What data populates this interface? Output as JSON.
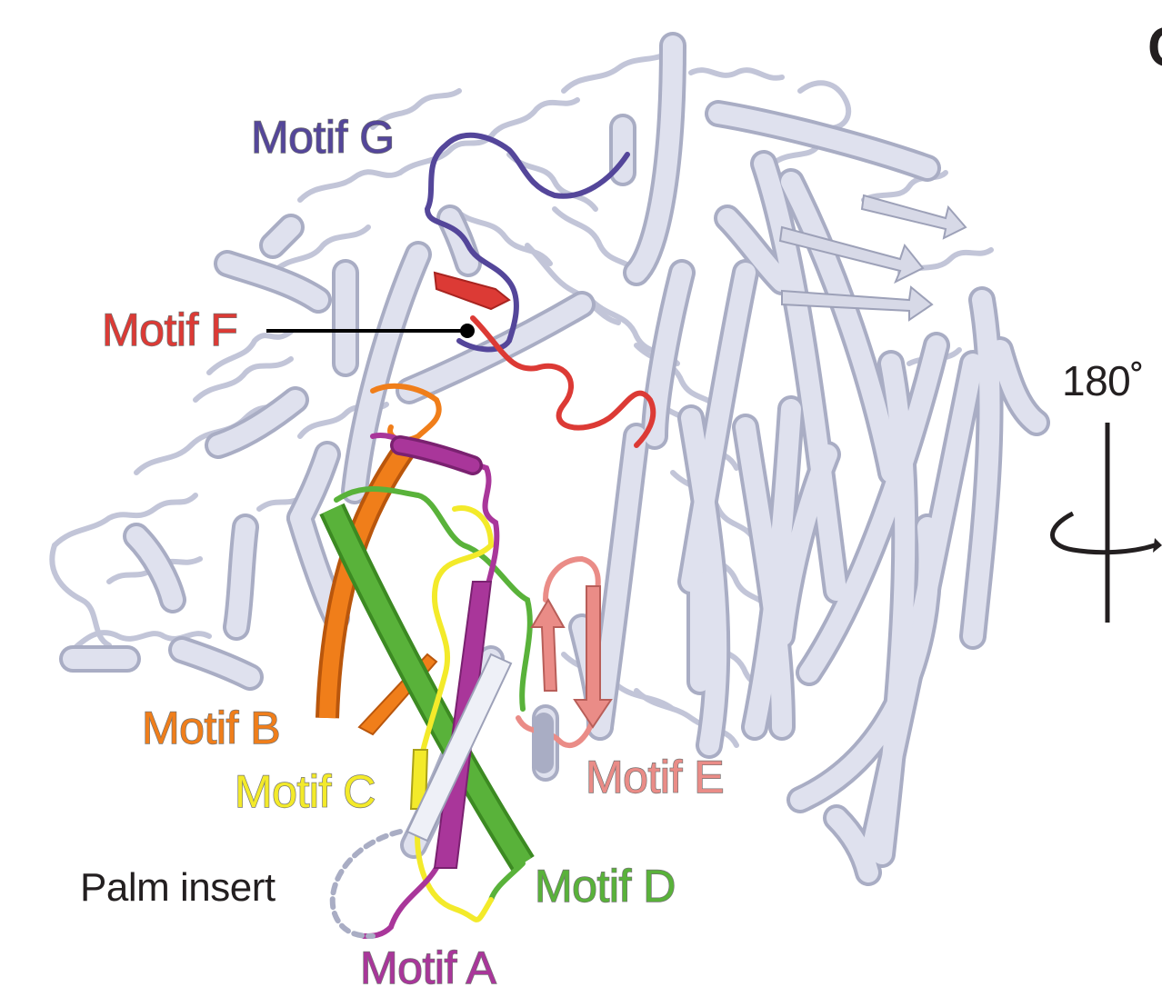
{
  "labels": {
    "motif_g": "Motif G",
    "motif_f": "Motif F",
    "motif_b": "Motif B",
    "motif_c": "Motif C",
    "motif_e": "Motif E",
    "motif_d": "Motif D",
    "motif_a": "Motif A",
    "palm_insert": "Palm insert",
    "rotation": "180˚",
    "panel_letter": "C"
  },
  "colors": {
    "backbone": "#c9cbdc",
    "backbone_light": "#e8e9f3",
    "motif_g": "#54469a",
    "motif_f": "#dc3a35",
    "motif_b": "#f07e1a",
    "motif_c": "#f3ea2a",
    "motif_e": "#ea8c87",
    "motif_d": "#59b23a",
    "motif_a": "#a9369a",
    "palm_insert": "#231f20",
    "rotation": "#231f20"
  }
}
